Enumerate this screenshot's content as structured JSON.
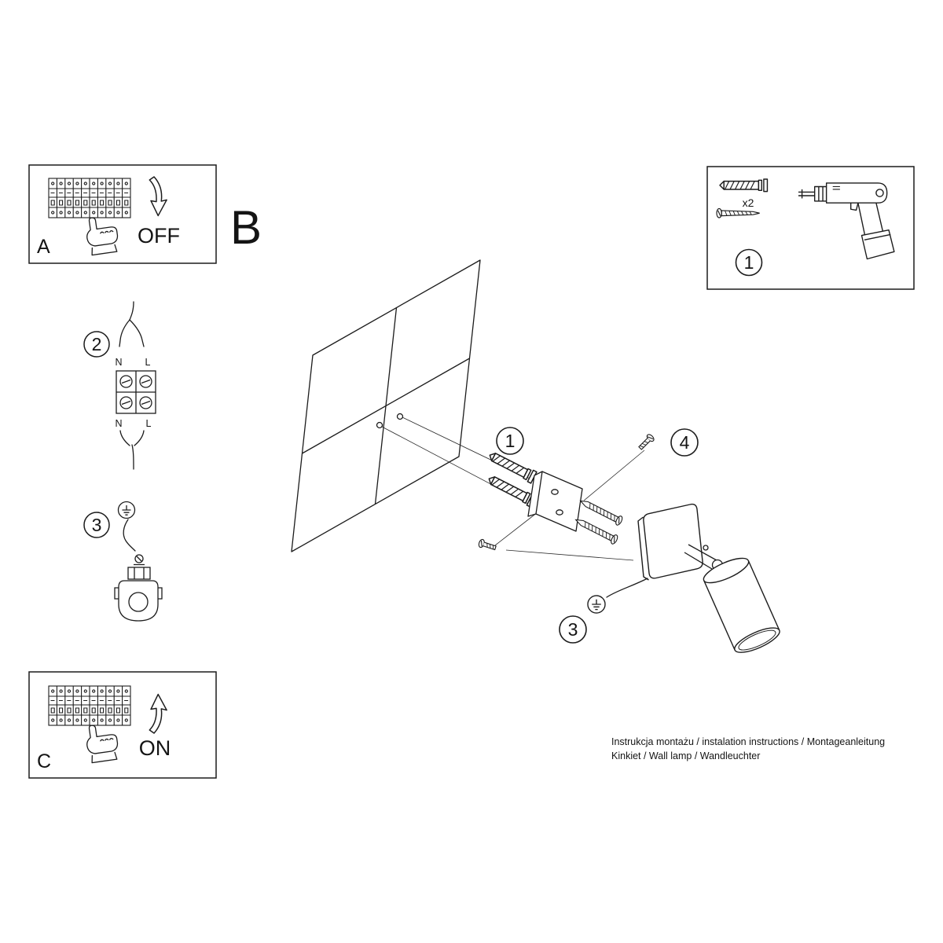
{
  "sheet": {
    "section_label": "B"
  },
  "power_off_panel": {
    "label": "A",
    "state": "OFF"
  },
  "power_on_panel": {
    "label": "C",
    "state": "ON"
  },
  "parts_box": {
    "step_number": "1",
    "plug_quantity": "x2"
  },
  "wiring_step": {
    "number": "2",
    "top_left": "N",
    "top_right": "L",
    "bottom_left": "N",
    "bottom_right": "L"
  },
  "ground_step": {
    "number": "3"
  },
  "assembly": {
    "plugs_step": "1",
    "ground_step": "3",
    "screws_step": "4"
  },
  "footer": {
    "line1": "Instrukcja montażu / instalation instructions / Montageanleitung",
    "line2": "Kinkiet / Wall lamp / Wandleuchter"
  },
  "colors": {
    "ink": "#1c1c1c",
    "paper": "#ffffff"
  }
}
